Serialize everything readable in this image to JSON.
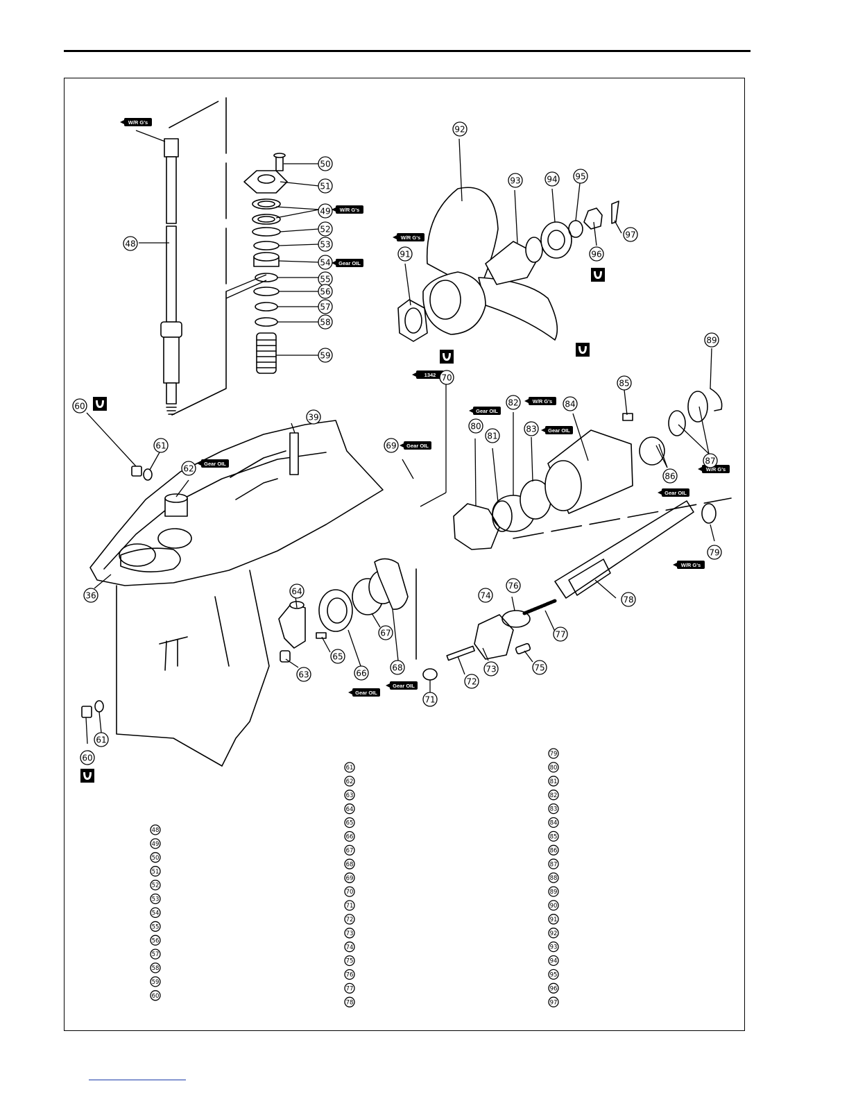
{
  "callouts": [
    "36",
    "39",
    "48",
    "49",
    "50",
    "51",
    "52",
    "53",
    "54",
    "55",
    "56",
    "57",
    "58",
    "59",
    "60",
    "61",
    "62",
    "63",
    "64",
    "65",
    "66",
    "67",
    "68",
    "69",
    "70",
    "71",
    "72",
    "73",
    "74",
    "75",
    "76",
    "77",
    "78",
    "79",
    "80",
    "81",
    "82",
    "83",
    "84",
    "85",
    "86",
    "87",
    "89",
    "91",
    "92",
    "93",
    "94",
    "95",
    "96",
    "97"
  ],
  "lower_callouts": [
    "60",
    "61"
  ],
  "lube_tags": {
    "wrgs": "W/R G's",
    "gear_oil": "Gear OIL",
    "thread_lock": "1342"
  },
  "legend": {
    "col1": [
      "48",
      "49",
      "50",
      "51",
      "52",
      "53",
      "54",
      "55",
      "56",
      "57",
      "58",
      "59",
      "60"
    ],
    "col2": [
      "61",
      "62",
      "63",
      "64",
      "65",
      "66",
      "67",
      "68",
      "69",
      "70",
      "71",
      "72",
      "73",
      "74",
      "75",
      "76",
      "77",
      "78"
    ],
    "col3": [
      "79",
      "80",
      "81",
      "82",
      "83",
      "84",
      "85",
      "86",
      "87",
      "88",
      "89",
      "90",
      "91",
      "92",
      "93",
      "94",
      "95",
      "96",
      "97"
    ]
  }
}
